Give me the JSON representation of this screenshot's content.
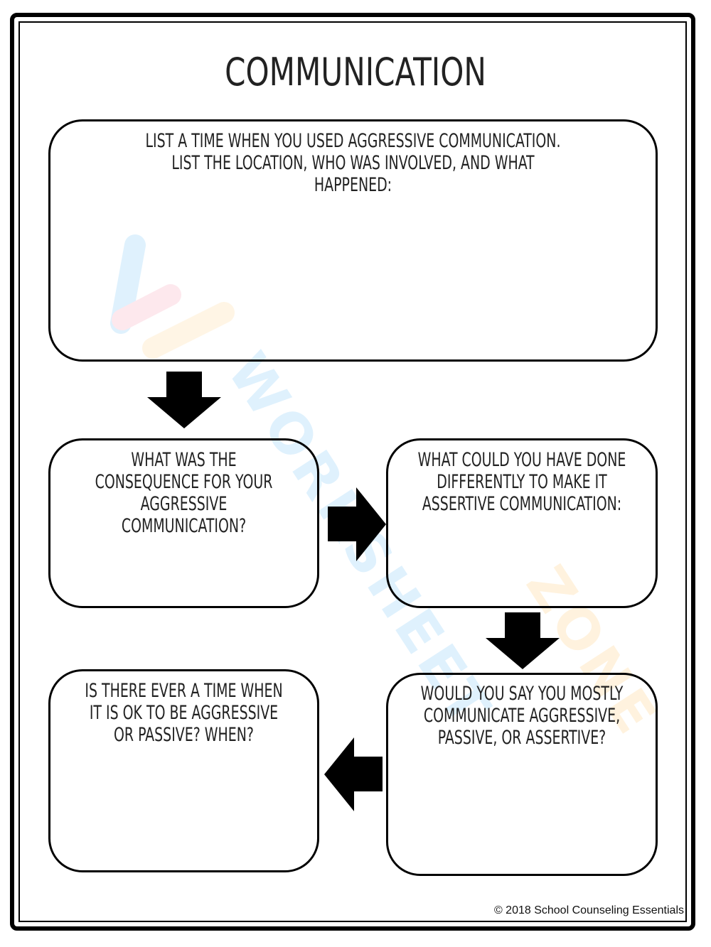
{
  "worksheet": {
    "title": "COMMUNICATION",
    "boxes": [
      {
        "id": "aggressive-time",
        "prompt": "LIST A TIME WHEN YOU USED AGGRESSIVE COMMUNICATION.\nLIST THE LOCATION, WHO WAS INVOLVED, AND WHAT\nHAPPENED:",
        "answer": ""
      },
      {
        "id": "consequence",
        "prompt": "WHAT WAS THE\nCONSEQUENCE FOR YOUR\nAGGRESSIVE\nCOMMUNICATION?",
        "answer": ""
      },
      {
        "id": "assertive-alternative",
        "prompt": "WHAT COULD YOU HAVE DONE\nDIFFERENTLY TO MAKE IT\nASSERTIVE COMMUNICATION:",
        "answer": ""
      },
      {
        "id": "mostly-communicate",
        "prompt": "WOULD YOU SAY YOU MOSTLY\nCOMMUNICATE AGGRESSIVE,\nPASSIVE, OR ASSERTIVE?",
        "answer": ""
      },
      {
        "id": "ok-to-be-aggressive",
        "prompt": "IS THERE EVER A TIME WHEN\nIT IS OK TO BE AGGRESSIVE\nOR PASSIVE?  WHEN?",
        "answer": ""
      }
    ],
    "arrows": [
      {
        "from": "aggressive-time",
        "to": "consequence",
        "direction": "down"
      },
      {
        "from": "consequence",
        "to": "assertive-alternative",
        "direction": "right"
      },
      {
        "from": "assertive-alternative",
        "to": "mostly-communicate",
        "direction": "down"
      },
      {
        "from": "mostly-communicate",
        "to": "ok-to-be-aggressive",
        "direction": "left"
      }
    ],
    "footer": "© 2018 School Counseling Essentials",
    "colors": {
      "ink": "#000000",
      "text": "#222222",
      "background": "#ffffff",
      "watermark_blue": "#d6eefc",
      "watermark_pink": "#fde3ea",
      "watermark_yellow": "#fff3df"
    }
  }
}
